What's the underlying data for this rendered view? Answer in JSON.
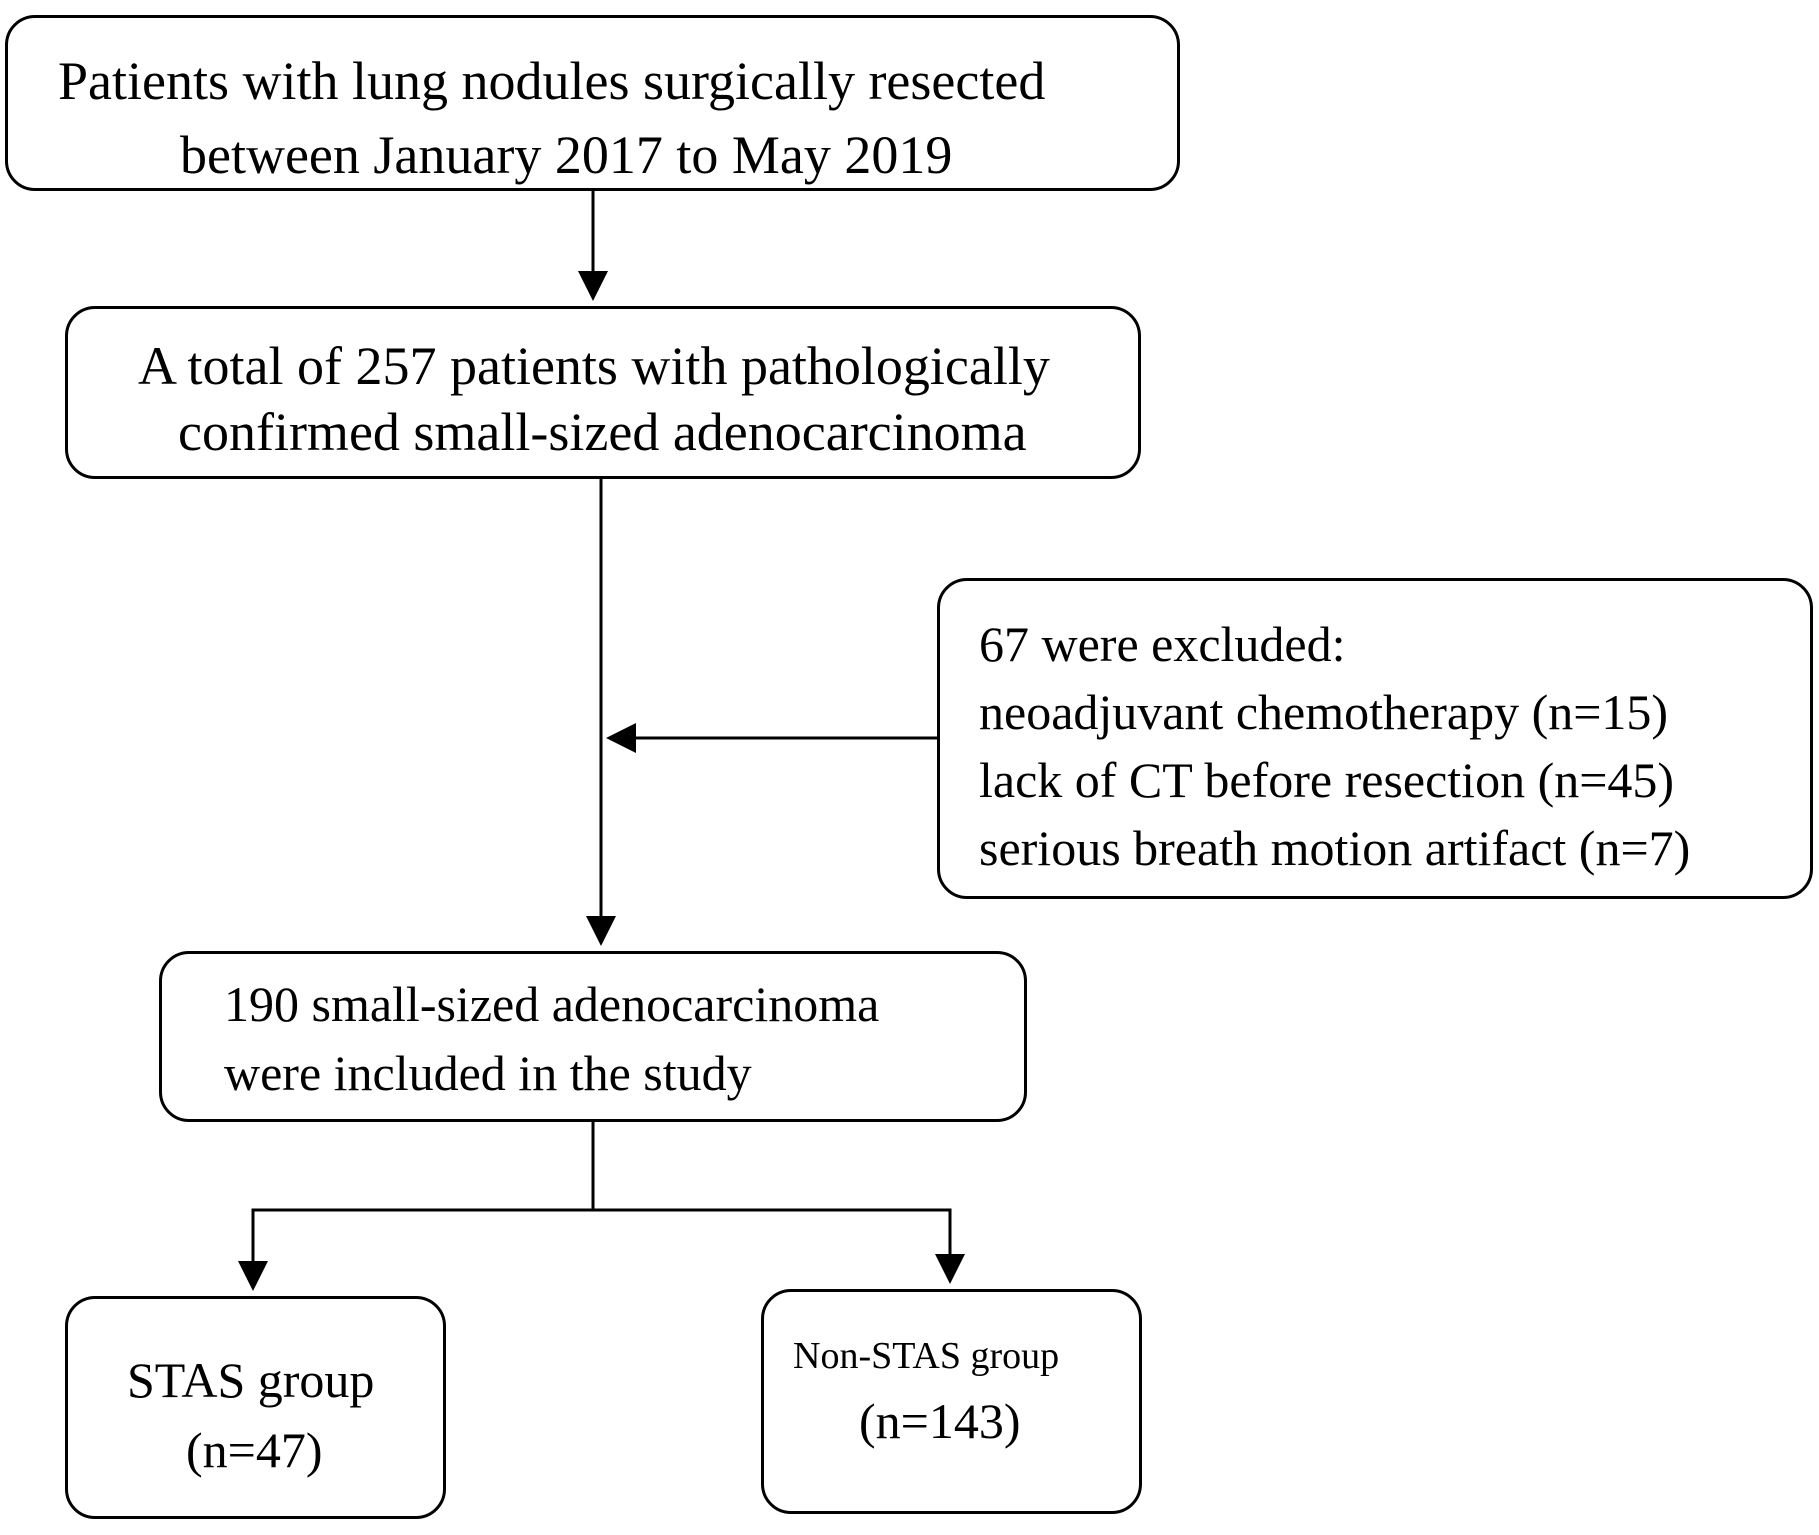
{
  "diagram": {
    "line_color": "#000000",
    "background": "#ffffff",
    "boxes": {
      "source": {
        "lines": [
          "Patients with lung nodules surgically resected",
          "between January 2017 to May 2019"
        ]
      },
      "confirmed": {
        "lines": [
          "A total of 257 patients with pathologically",
          "confirmed small-sized adenocarcinoma"
        ]
      },
      "excluded": {
        "lines": [
          "67 were excluded:",
          "neoadjuvant chemotherapy (n=15)",
          "lack of CT before resection (n=45)",
          "serious breath motion artifact (n=7)"
        ]
      },
      "included": {
        "lines": [
          "190 small-sized adenocarcinoma",
          "were included in the study"
        ]
      },
      "stas": {
        "lines": [
          "STAS group",
          "(n=47)"
        ]
      },
      "nonstas": {
        "lines": [
          "Non-STAS group",
          "(n=143)"
        ]
      }
    },
    "connectors": [
      {
        "from": "source",
        "to": "confirmed",
        "arrow": "arrow-head"
      },
      {
        "from": "confirmed",
        "to": "included",
        "arrow": "arrow-head"
      },
      {
        "from": "excluded",
        "to": "confirmed-included-line",
        "arrow": "arrow-head"
      },
      {
        "from": "included",
        "to": "stas",
        "arrow": "arrow-head"
      },
      {
        "from": "included",
        "to": "nonstas",
        "arrow": "arrow-head"
      }
    ]
  }
}
